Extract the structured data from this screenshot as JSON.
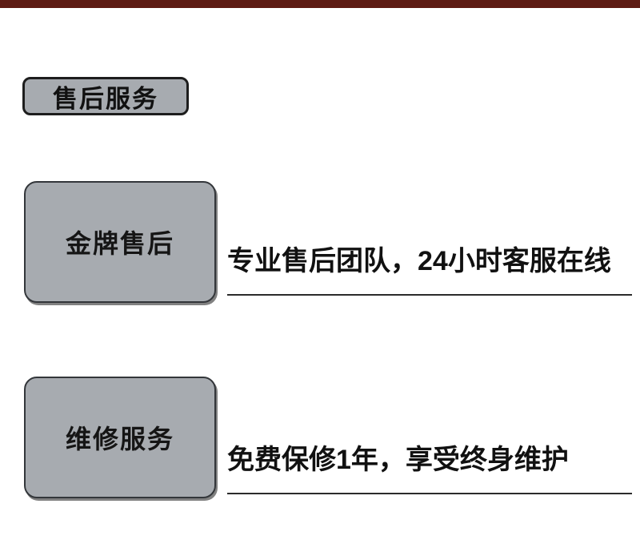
{
  "colors": {
    "top_bar": "#5d1b13",
    "panel_gray": "#a7abb0",
    "border_dark": "#1d1d1d",
    "underline": "#2b2b2b",
    "text": "#111111"
  },
  "header": {
    "section_title": "售后服务"
  },
  "services": [
    {
      "label": "金牌售后",
      "description": "专业售后团队，24小时客服在线"
    },
    {
      "label": "维修服务",
      "description": "免费保修1年，享受终身维护"
    }
  ]
}
